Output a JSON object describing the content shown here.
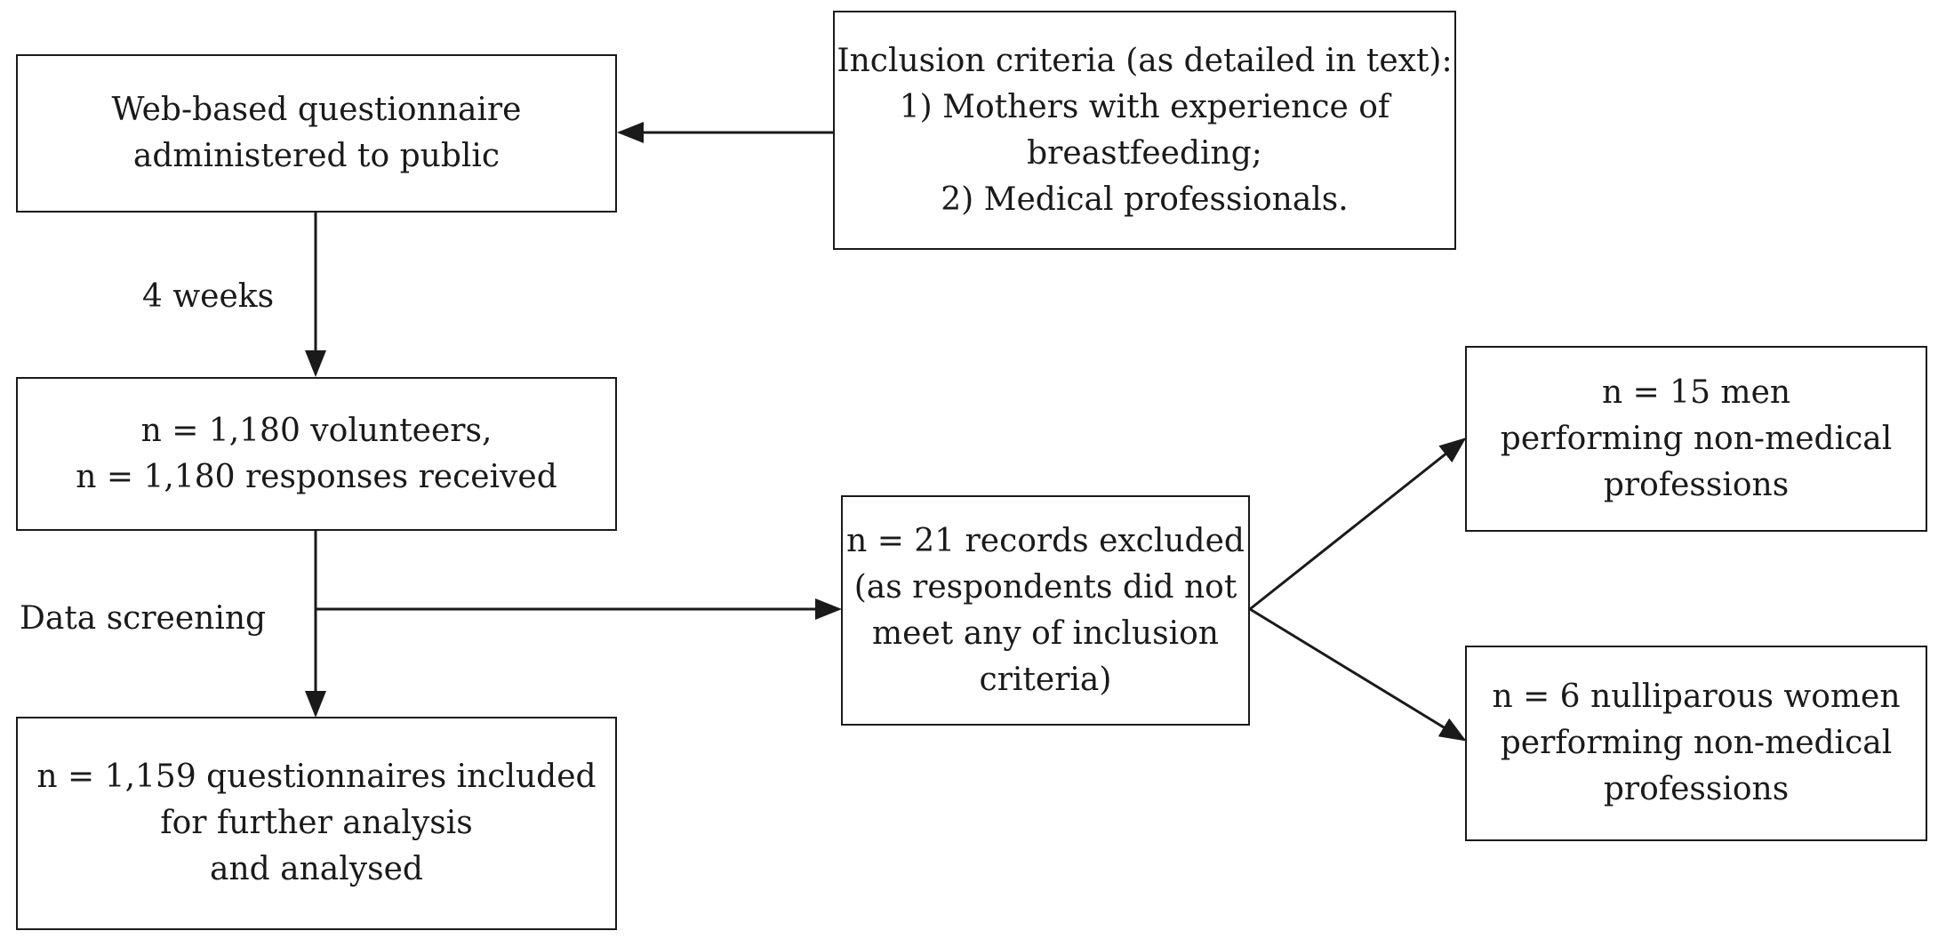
{
  "nodes": {
    "questionnaire": {
      "lines": [
        "Web-based questionnaire",
        "administered to public"
      ]
    },
    "inclusion": {
      "lines": [
        "Inclusion criteria (as detailed in text):",
        "1) Mothers with experience of",
        "breastfeeding;",
        "2) Medical professionals."
      ]
    },
    "volunteers": {
      "lines": [
        "n = 1,180 volunteers,",
        "n = 1,180 responses received"
      ]
    },
    "excluded": {
      "lines": [
        "n = 21 records excluded",
        "(as respondents did not",
        "meet any of inclusion",
        "criteria)"
      ]
    },
    "men": {
      "lines": [
        "n = 15 men",
        "performing non-medical",
        "professions"
      ]
    },
    "women": {
      "lines": [
        "n = 6 nulliparous women",
        "performing non-medical",
        "professions"
      ]
    },
    "included": {
      "lines": [
        "n = 1,159 questionnaires included",
        "for further analysis",
        "and analysed"
      ]
    }
  },
  "edge_labels": {
    "four_weeks": "4 weeks",
    "data_screening": "Data screening"
  }
}
